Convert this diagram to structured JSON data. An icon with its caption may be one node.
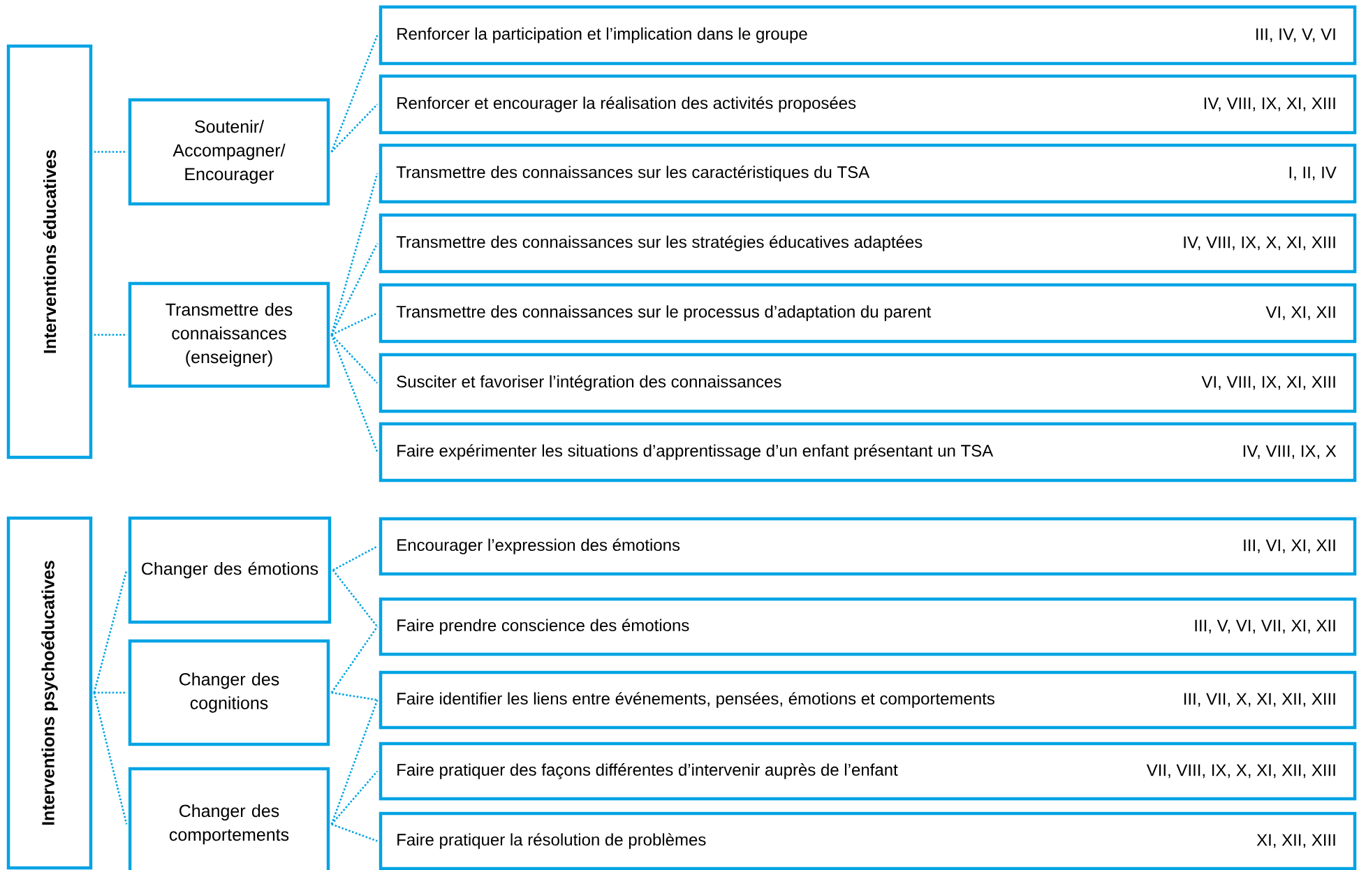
{
  "diagram": {
    "nodes": [
      {
        "text": [
          "Interventions éducatives"
        ]
      },
      {
        "text": [
          "Soutenir/ Accompagner/ Encourager"
        ]
      },
      {
        "text": [
          "Transmettre des connaissances (enseigner)"
        ]
      },
      {
        "text": [
          "Renforcer la participation et l’implication dans le groupe",
          "III, IV, V, VI"
        ]
      },
      {
        "text": [
          "Renforcer et encourager la réalisation des activités proposées",
          "IV, VIII, IX, XI, XIII"
        ]
      },
      {
        "text": [
          "Transmettre des connaissances sur les caractéristiques du TSA",
          "I, II, IV"
        ]
      },
      {
        "text": [
          "Transmettre des connaissances sur les stratégies éducatives adaptées",
          "IV, VIII, IX, X, XI, XIII"
        ]
      },
      {
        "text": [
          "Transmettre des connaissances sur le processus d’adaptation du parent",
          "VI, XI, XII"
        ]
      },
      {
        "text": [
          "Susciter et favoriser l’intégration des connaissances",
          "VI, VIII, IX, XI, XIII"
        ]
      },
      {
        "text": [
          "Faire expérimenter les situations d’apprentissage d’un enfant présentant un TSA",
          "IV, VIII, IX, X"
        ]
      },
      {
        "text": [
          "Interventions psychoéducatives"
        ]
      },
      {
        "text": [
          "Changer des émotions"
        ]
      },
      {
        "text": [
          "Changer des cognitions"
        ]
      },
      {
        "text": [
          "Changer des comportements"
        ]
      },
      {
        "text": [
          "Encourager l’expression des émotions",
          "III, VI, XI, XII"
        ]
      },
      {
        "text": [
          "Faire prendre conscience des émotions",
          "III, V, VI, VII, XI, XII"
        ]
      },
      {
        "text": [
          "Faire identifier les liens entre événements, pensées, émotions et comportements",
          "III, VII, X, XI, XII, XIII"
        ]
      },
      {
        "text": [
          "Faire pratiquer des façons différentes d’intervenir auprès de l’enfant",
          "VII, VIII, IX, X, XI, XII, XIII"
        ]
      },
      {
        "text": [
          "Faire pratiquer la résolution de problèmes",
          "XI, XII, XIII"
        ]
      }
    ],
    "edges": [
      {
        "from": 0,
        "to": 1,
        "arrow": "none"
      },
      {
        "from": 0,
        "to": 2,
        "arrow": "none"
      },
      {
        "from": 1,
        "to": 3,
        "arrow": "none"
      },
      {
        "from": 1,
        "to": 4,
        "arrow": "none"
      },
      {
        "from": 2,
        "to": 5,
        "arrow": "none"
      },
      {
        "from": 2,
        "to": 6,
        "arrow": "none"
      },
      {
        "from": 2,
        "to": 7,
        "arrow": "none"
      },
      {
        "from": 2,
        "to": 8,
        "arrow": "none"
      },
      {
        "from": 2,
        "to": 9,
        "arrow": "none"
      },
      {
        "from": 10,
        "to": 11,
        "arrow": "none"
      },
      {
        "from": 10,
        "to": 12,
        "arrow": "none"
      },
      {
        "from": 10,
        "to": 13,
        "arrow": "none"
      },
      {
        "from": 11,
        "to": 14,
        "arrow": "none"
      },
      {
        "from": 11,
        "to": 15,
        "arrow": "none"
      },
      {
        "from": 12,
        "to": 15,
        "arrow": "none"
      },
      {
        "from": 12,
        "to": 16,
        "arrow": "none"
      },
      {
        "from": 13,
        "to": 16,
        "arrow": "none"
      },
      {
        "from": 13,
        "to": 17,
        "arrow": "none"
      },
      {
        "from": 13,
        "to": 18,
        "arrow": "none"
      }
    ]
  }
}
